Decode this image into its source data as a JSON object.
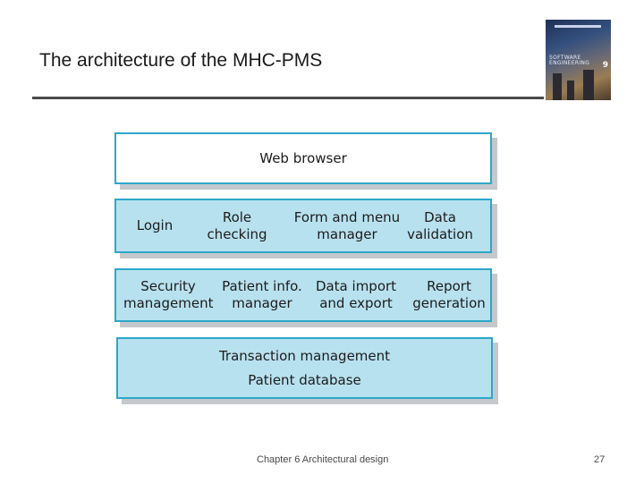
{
  "slide": {
    "title": "The architecture of the MHC-PMS"
  },
  "book_cover": {
    "text_line_1": "SOFTWARE ENGINEERING",
    "edition": "9"
  },
  "diagram": {
    "layer1": {
      "label": "Web browser"
    },
    "layer2": {
      "items": [
        {
          "line1": "Login",
          "line2": ""
        },
        {
          "line1": "Role checking",
          "line2": ""
        },
        {
          "line1": "Form and menu",
          "line2": "manager"
        },
        {
          "line1": "Data",
          "line2": "validation"
        }
      ]
    },
    "layer3": {
      "items": [
        {
          "line1": "Security",
          "line2": "management"
        },
        {
          "line1": "Patient info.",
          "line2": "manager"
        },
        {
          "line1": "Data import",
          "line2": "and export"
        },
        {
          "line1": "Report",
          "line2": "generation"
        }
      ]
    },
    "layer4": {
      "line1": "Transaction management",
      "line2": "Patient database"
    }
  },
  "footer": {
    "chapter": "Chapter 6 Architectural design",
    "page": "27"
  }
}
